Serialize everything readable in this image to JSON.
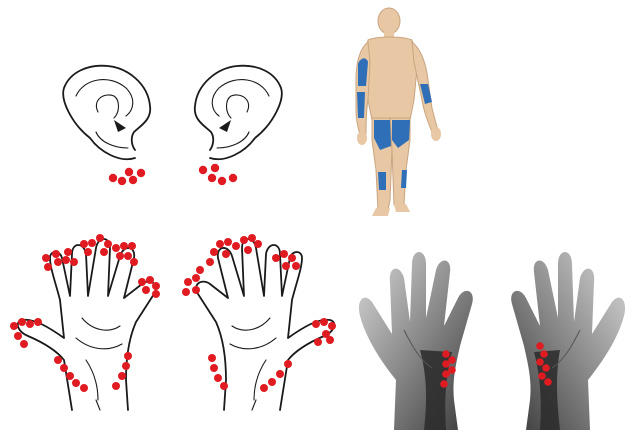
{
  "colors": {
    "background": "#ffffff",
    "marker": "#e01b22",
    "outline": "#1a1a1a",
    "skin": "#e8c7a4",
    "skin_shade": "#c9a47f",
    "highlight": "#2f6fb8",
    "photo_bg": "#ffffff"
  },
  "panels": [
    {
      "id": "ears",
      "icon": "ear-outline-icon",
      "marked_points": 10
    },
    {
      "id": "body",
      "icon": "human-figure-icon",
      "highlighted_regions": 6
    },
    {
      "id": "hand-drawings",
      "icon": "palm-outline-icon",
      "marked_points": 70
    },
    {
      "id": "hand-photo",
      "icon": "hand-photo-icon",
      "marked_points": 12
    }
  ]
}
